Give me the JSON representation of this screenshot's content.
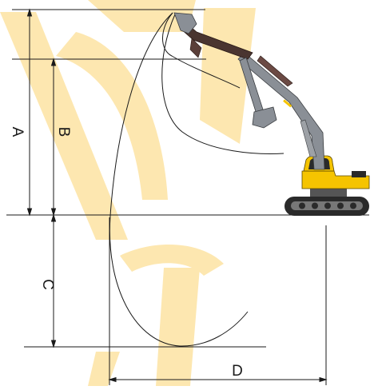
{
  "diagram": {
    "labels": {
      "a": "A",
      "b": "B",
      "c": "C",
      "d": "D"
    },
    "colors": {
      "watermark": "#fde7b0",
      "line": "#1a1a1a",
      "boom_main": "#8a8f96",
      "boom_dark": "#4a3530",
      "cab_body": "#f5c400",
      "track": "#2a2a2a"
    },
    "watermark": "watermark-logo"
  }
}
